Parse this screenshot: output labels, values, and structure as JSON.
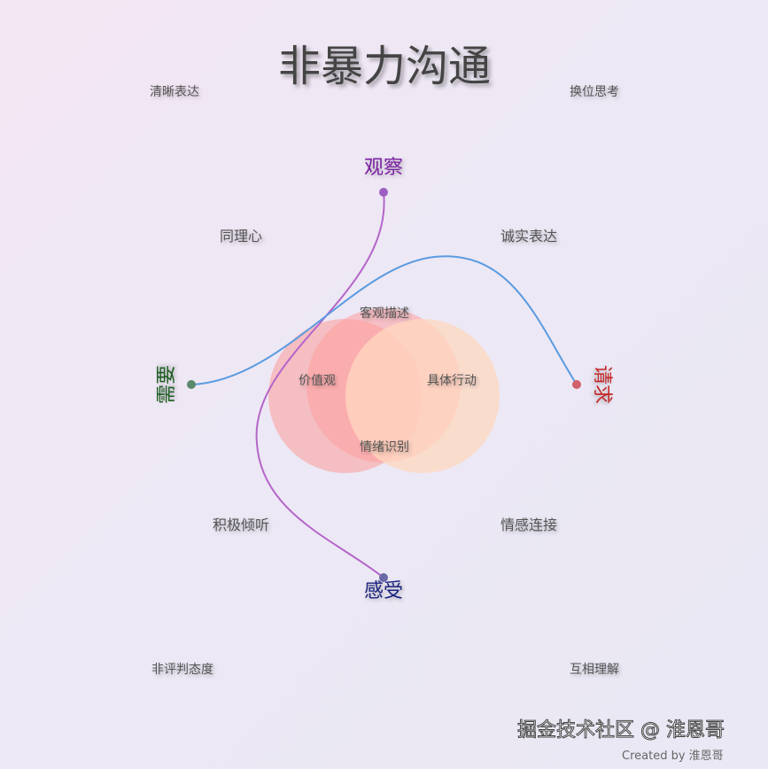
{
  "title": "非暴力沟通",
  "corners": [
    "清晰表达",
    "换位思考",
    "非评判态度",
    "互相理解"
  ],
  "keywords": [
    "同理心",
    "诚实表达",
    "积极倾听",
    "情感连接"
  ],
  "nodes": {
    "observe": {
      "label": "观察",
      "color": "#7b1fa2"
    },
    "feel": {
      "label": "感受",
      "color": "#1a237e"
    },
    "need": {
      "label": "需要",
      "color": "#1b5e20"
    },
    "request": {
      "label": "请求",
      "color": "#c62828"
    }
  },
  "venn": {
    "labels": [
      "客观描述",
      "价值观",
      "具体行动",
      "情绪识别"
    ],
    "colors": [
      "#f7b0b0",
      "#ff9e9e",
      "#ffd8bf"
    ]
  },
  "curves": {
    "observe_feel": "#b565c9",
    "need_request": "#5a9be0"
  },
  "watermark": "掘金技术社区 @ 淮恩哥",
  "credit": "Created by 淮恩哥"
}
